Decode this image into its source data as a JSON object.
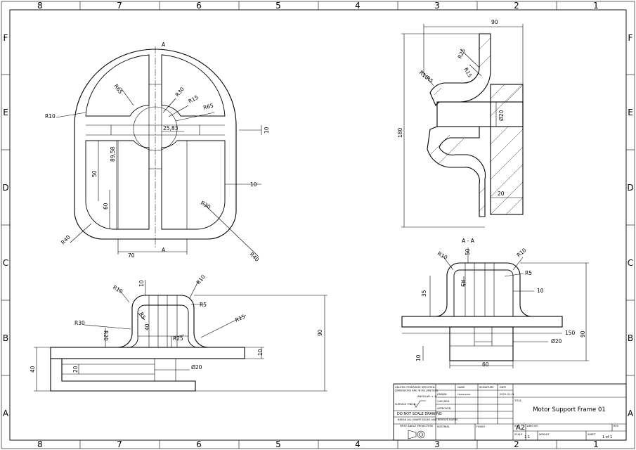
{
  "sheet": {
    "zones_columns": [
      "8",
      "7",
      "6",
      "5",
      "4",
      "3",
      "2",
      "1"
    ],
    "zones_rows": [
      "F",
      "E",
      "D",
      "C",
      "B",
      "A"
    ]
  },
  "views": {
    "top": {
      "dims": [
        "A",
        "A",
        "R10",
        "R65",
        "R30",
        "R15",
        "R65",
        "25,83",
        "10",
        "89,58",
        "50",
        "60",
        "10",
        "R30",
        "R40",
        "R40",
        "70"
      ]
    },
    "side": {
      "dims": [
        "90",
        "R25",
        "R15",
        "R10",
        "R5",
        "Ø20",
        "180",
        "20"
      ]
    },
    "front": {
      "dims": [
        "R10",
        "10",
        "R10",
        "R5",
        "R5",
        "40",
        "R30",
        "R20",
        "R25",
        "R15",
        "90",
        "10",
        "40",
        "20",
        "Ø20"
      ]
    },
    "section": {
      "title": "A - A",
      "dims": [
        "R10",
        "50",
        "R10",
        "R5",
        "R5",
        "35",
        "10",
        "150",
        "Ø20",
        "90",
        "10",
        "60"
      ]
    }
  },
  "title_block": {
    "general_notes": "UNLESS OTHERWISE SPECIFIED:\nDIMENSIONS ARE IN MILLIMETERS",
    "angular": "ANGULAR: ± 1°",
    "surface_finish": "SURFACE FINISH:",
    "do_not_scale": "DO NOT SCALE DRAWING",
    "break_edges": "BREAK ALL SHARP EDGES AND REMOVE BURRS",
    "projection": "FIRST ANGLE PROJECTION",
    "col_name": "NAME",
    "col_signature": "SIGNATURE",
    "col_date": "DATE",
    "row_drawn": "DRAWN",
    "row_checked": "CHECKED",
    "row_approved": "APPROVED",
    "drawn_name": "Username",
    "drawn_date": "2025-01-11",
    "material": "MATERIAL",
    "finish": "FINISH",
    "title_label": "TITLE",
    "title": "Motor Support Frame 01",
    "size_label": "SIZE",
    "dwg_no_label": "DWG NO",
    "rev_label": "REV",
    "size": "A2",
    "scale_label": "SCALE",
    "scale": "1:1",
    "weight_label": "WEIGHT",
    "sheet_label": "SHEET",
    "sheet": "1 of 1"
  }
}
